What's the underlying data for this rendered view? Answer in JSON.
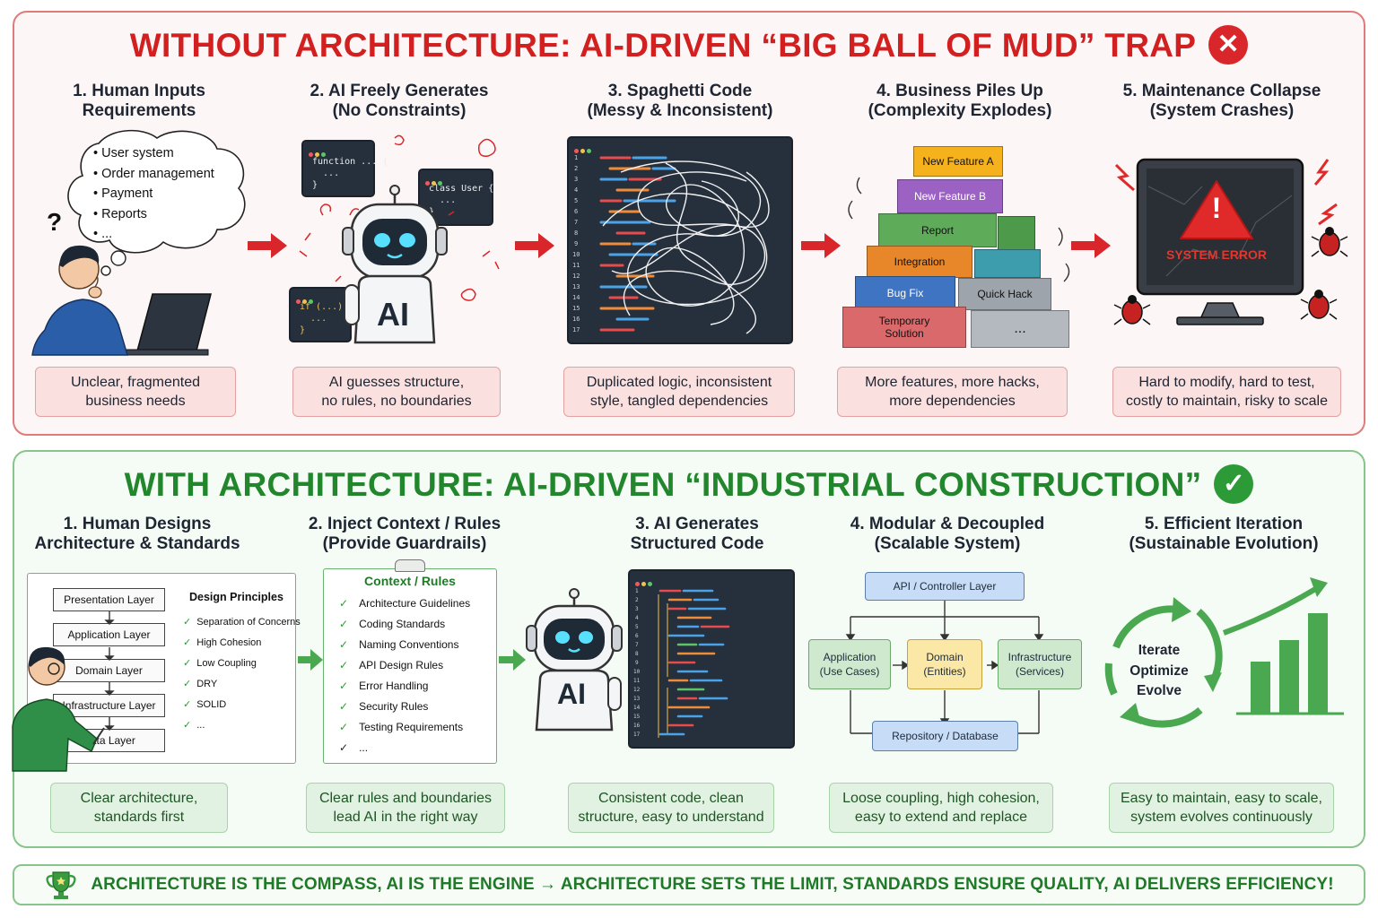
{
  "top": {
    "title": "WITHOUT ARCHITECTURE: AI-DRIVEN “BIG BALL OF MUD” TRAP",
    "title_mark": "✕",
    "steps": [
      {
        "line1": "1. Human Inputs",
        "line2": "Requirements",
        "caption": "Unclear, fragmented\nbusiness needs"
      },
      {
        "line1": "2. AI Freely Generates",
        "line2": "(No Constraints)",
        "caption": "AI guesses structure,\nno rules, no boundaries"
      },
      {
        "line1": "3. Spaghetti Code",
        "line2": "(Messy & Inconsistent)",
        "caption": "Duplicated logic, inconsistent\nstyle, tangled dependencies"
      },
      {
        "line1": "4. Business Piles Up",
        "line2": "(Complexity Explodes)",
        "caption": "More features, more hacks,\nmore dependencies"
      },
      {
        "line1": "5. Maintenance Collapse",
        "line2": "(System Crashes)",
        "caption": "Hard to modify, hard to test,\ncostly to maintain, risky to scale"
      }
    ],
    "bubble_items": [
      "User system",
      "Order management",
      "Payment",
      "Reports",
      "..."
    ],
    "question_mark": "?",
    "code_snippets": [
      "function ... {\n  ...\n}",
      "class User {\n  ...\n}",
      "if (...) {\n  ...\n}"
    ],
    "robot_label": "AI",
    "stack": {
      "new_feature_a": "New Feature A",
      "new_feature_b": "New Feature B",
      "report": "Report",
      "integration": "Integration",
      "bug_fix": "Bug Fix",
      "quick_hack": "Quick Hack",
      "temporary": "Temporary\nSolution",
      "ellipsis": "..."
    },
    "error_label": "SYSTEM ERROR",
    "error_icon": "!"
  },
  "bottom": {
    "title": "WITH ARCHITECTURE: AI-DRIVEN “INDUSTRIAL CONSTRUCTION”",
    "title_mark": "✓",
    "steps": [
      {
        "line1": "1. Human Designs",
        "line2": "Architecture & Standards",
        "caption": "Clear architecture,\nstandards first"
      },
      {
        "line1": "2. Inject Context / Rules",
        "line2": "(Provide Guardrails)",
        "caption": "Clear rules and boundaries\nlead AI in the right way"
      },
      {
        "line1": "3. AI Generates",
        "line2": "Structured Code",
        "caption": "Consistent code, clean\nstructure, easy to understand"
      },
      {
        "line1": "4. Modular & Decoupled",
        "line2": "(Scalable System)",
        "caption": "Loose coupling, high cohesion,\neasy to extend and replace"
      },
      {
        "line1": "5. Efficient Iteration",
        "line2": "(Sustainable Evolution)",
        "caption": "Easy to maintain, easy to scale,\nsystem evolves continuously"
      }
    ],
    "layers": [
      "Presentation Layer",
      "Application Layer",
      "Domain Layer",
      "Infrastructure Layer",
      "Data Layer"
    ],
    "principles_title": "Design Principles",
    "principles": [
      "Separation of Concerns",
      "High Cohesion",
      "Low Coupling",
      "DRY",
      "SOLID",
      "..."
    ],
    "rules_title": "Context / Rules",
    "rules": [
      "Architecture Guidelines",
      "Coding Standards",
      "Naming Conventions",
      "API Design Rules",
      "Error Handling",
      "Security Rules",
      "Testing Requirements",
      "..."
    ],
    "robot_label": "AI",
    "modules": {
      "api": "API / Controller Layer",
      "application": "Application\n(Use Cases)",
      "domain": "Domain\n(Entities)",
      "infrastructure": "Infrastructure\n(Services)",
      "repository": "Repository / Database"
    },
    "cycle": [
      "Iterate",
      "Optimize",
      "Evolve"
    ]
  },
  "footer": {
    "text": "ARCHITECTURE IS THE COMPASS, AI IS THE ENGINE → ARCHITECTURE SETS THE LIMIT, STANDARDS ENSURE QUALITY, AI DELIVERS EFFICIENCY!"
  },
  "colors": {
    "bad_red": "#d21f1f",
    "good_green": "#22862c",
    "code_bg": "#26303d"
  }
}
